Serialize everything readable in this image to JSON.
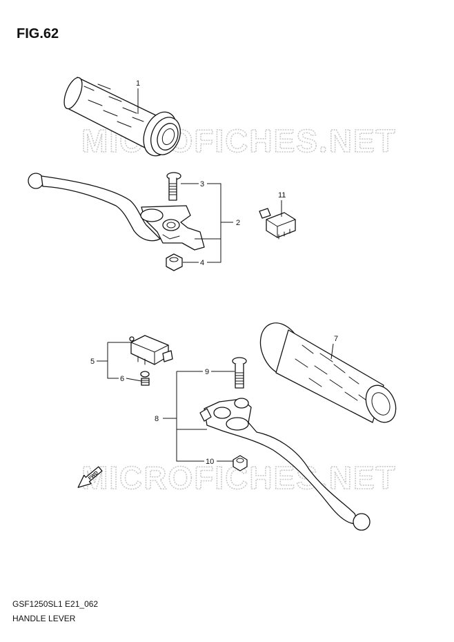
{
  "figure": {
    "title": "FIG.62"
  },
  "watermark": {
    "text": "MICROFICHES.NET"
  },
  "callouts": {
    "c1": "1",
    "c2": "2",
    "c3": "3",
    "c4": "4",
    "c5": "5",
    "c6": "6",
    "c7": "7",
    "c8": "8",
    "c9": "9",
    "c10": "10",
    "c11": "11"
  },
  "fwd_label": "FWD",
  "footer": {
    "code": "GSF1250SL1 E21_062",
    "name": "HANDLE LEVER"
  }
}
